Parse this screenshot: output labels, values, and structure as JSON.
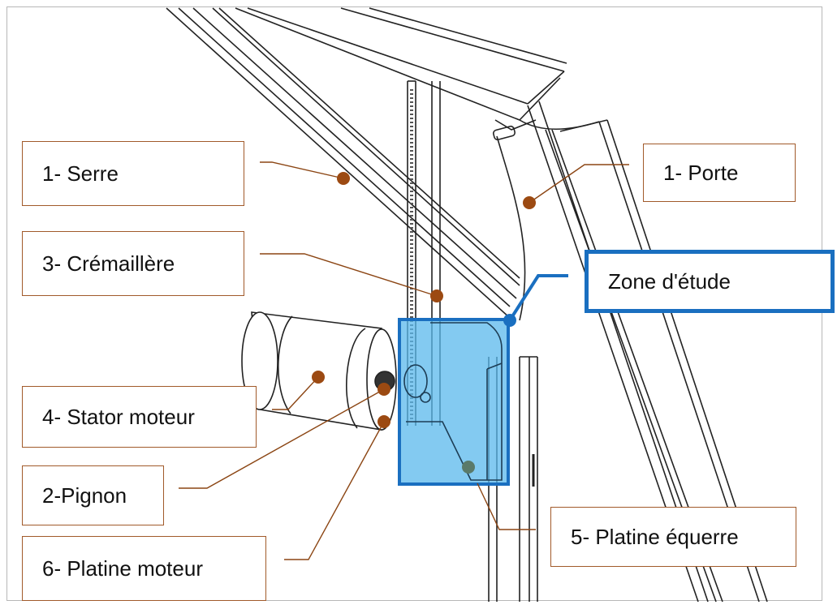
{
  "labels": {
    "serre": "1- Serre",
    "porte": "1- Porte",
    "cremaillere": "3- Crémaillère",
    "zone": "Zone d'étude",
    "stator": "4- Stator moteur",
    "pignon": "2-Pignon",
    "platine_equerre": "5- Platine équerre",
    "platine_moteur": "6- Platine moteur"
  },
  "colors": {
    "leader": "#8b4513",
    "dot": "#9c4a12",
    "zone_border": "#1a6fc0",
    "zone_fill": "#5ab8ec",
    "box_border": "#a15a2a"
  }
}
